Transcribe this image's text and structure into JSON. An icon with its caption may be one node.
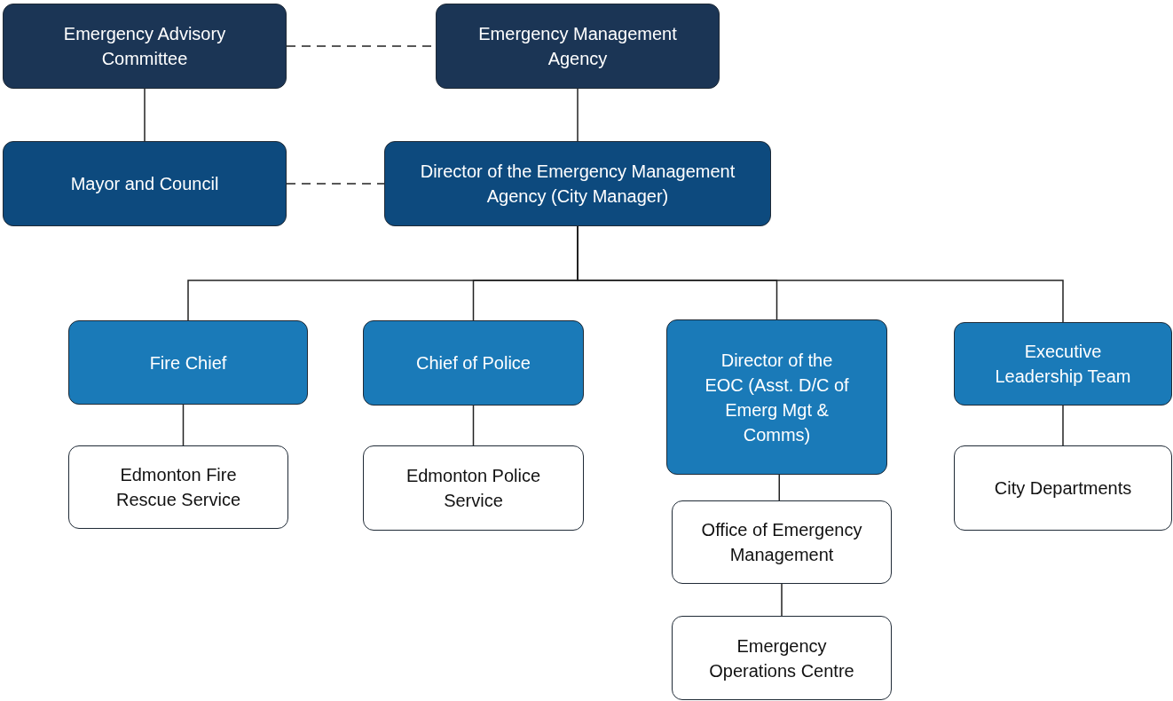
{
  "diagram": {
    "nodes": [
      {
        "text": [
          "Emergency Advisory Committee"
        ]
      },
      {
        "text": [
          "Emergency Management Agency"
        ]
      },
      {
        "text": [
          "Mayor and Council"
        ]
      },
      {
        "text": [
          "Director of the Emergency Management Agency (City Manager)"
        ]
      },
      {
        "text": [
          "Fire Chief"
        ]
      },
      {
        "text": [
          "Chief of Police"
        ]
      },
      {
        "text": [
          "Director of the EOC (Asst. D/C of Emerg Mgt & Comms)"
        ]
      },
      {
        "text": [
          "Executive Leadership Team"
        ]
      },
      {
        "text": [
          "Edmonton Fire Rescue Service"
        ]
      },
      {
        "text": [
          "Edmonton Police Service"
        ]
      },
      {
        "text": [
          "Office of Emergency Management"
        ]
      },
      {
        "text": [
          "Emergency Operations Centre"
        ]
      },
      {
        "text": [
          "City Departments"
        ]
      }
    ],
    "edges": [
      {
        "from": 0,
        "to": 1,
        "arrow": "none",
        "style": "dashed"
      },
      {
        "from": 0,
        "to": 2,
        "arrow": "none"
      },
      {
        "from": 1,
        "to": 3,
        "arrow": "none"
      },
      {
        "from": 2,
        "to": 3,
        "arrow": "none",
        "style": "dashed"
      },
      {
        "from": 3,
        "to": 4,
        "arrow": "none"
      },
      {
        "from": 3,
        "to": 5,
        "arrow": "none"
      },
      {
        "from": 3,
        "to": 6,
        "arrow": "none"
      },
      {
        "from": 3,
        "to": 7,
        "arrow": "none"
      },
      {
        "from": 4,
        "to": 8,
        "arrow": "none"
      },
      {
        "from": 5,
        "to": 9,
        "arrow": "none"
      },
      {
        "from": 6,
        "to": 10,
        "arrow": "none"
      },
      {
        "from": 10,
        "to": 11,
        "arrow": "none"
      },
      {
        "from": 7,
        "to": 12,
        "arrow": "none"
      }
    ]
  }
}
